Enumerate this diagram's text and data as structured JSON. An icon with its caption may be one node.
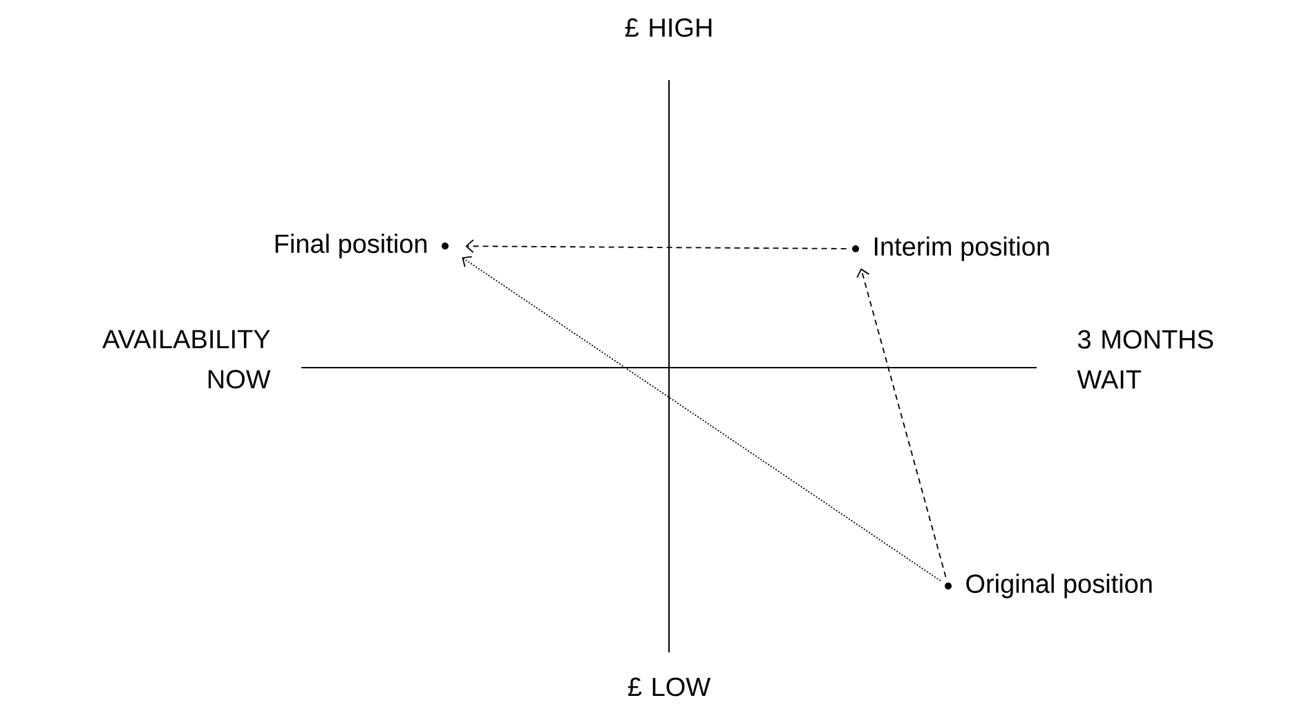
{
  "diagram": {
    "nodes": [
      {
        "text": [
          "Final position"
        ]
      },
      {
        "text": [
          "Interim position"
        ]
      },
      {
        "text": [
          "Original position"
        ]
      }
    ],
    "edges": [
      {
        "from": 1,
        "to": 0,
        "arrow": "to",
        "style": "dashed"
      },
      {
        "from": 2,
        "to": 1,
        "arrow": "to",
        "style": "dashed"
      },
      {
        "from": 2,
        "to": 0,
        "arrow": "to"
      }
    ],
    "labels": [
      "£ HIGH",
      "AVAILABILITY NOW",
      "3 MONTHS WAIT",
      "£ LOW"
    ]
  }
}
